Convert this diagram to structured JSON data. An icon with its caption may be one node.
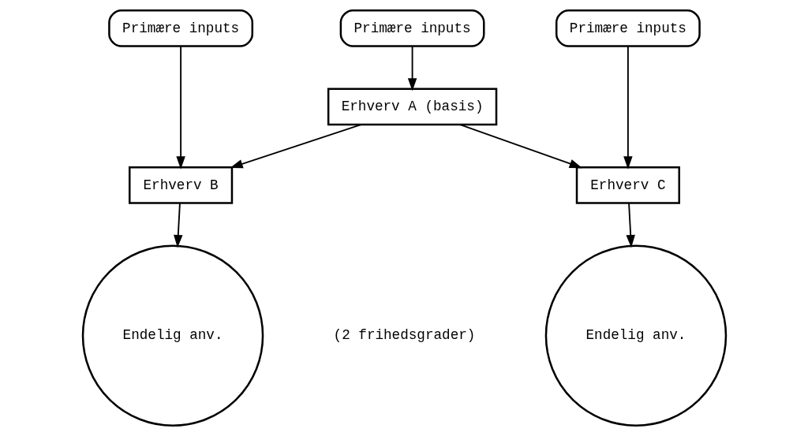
{
  "diagram": {
    "nodes": [
      {
        "text": [
          "Primære inputs"
        ]
      },
      {
        "text": [
          "Primære inputs"
        ]
      },
      {
        "text": [
          "Primære inputs"
        ]
      },
      {
        "text": [
          "Erhverv A (basis)"
        ]
      },
      {
        "text": [
          "Erhverv B"
        ]
      },
      {
        "text": [
          "Erhverv C"
        ]
      },
      {
        "text": [
          "Endelig anv."
        ]
      },
      {
        "text": [
          "Endelig anv."
        ]
      }
    ],
    "edges": [
      {
        "from": 1,
        "to": 3,
        "arrow": "to"
      },
      {
        "from": 0,
        "to": 4,
        "arrow": "to"
      },
      {
        "from": 2,
        "to": 5,
        "arrow": "to"
      },
      {
        "from": 3,
        "to": 4,
        "arrow": "to"
      },
      {
        "from": 3,
        "to": 5,
        "arrow": "to"
      },
      {
        "from": 4,
        "to": 6,
        "arrow": "to"
      },
      {
        "from": 5,
        "to": 7,
        "arrow": "to"
      }
    ],
    "labels": [
      "(2 frihedsgrader)"
    ]
  }
}
